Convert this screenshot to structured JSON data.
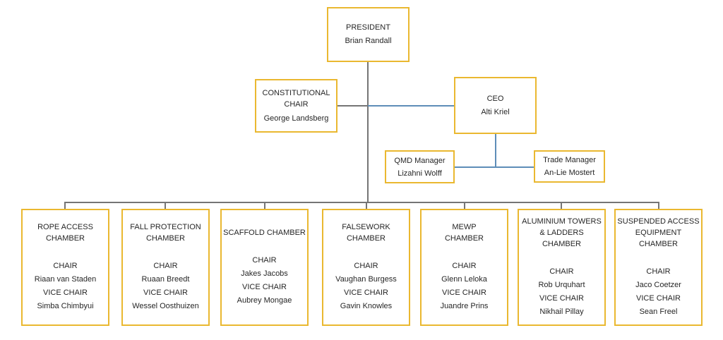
{
  "labels": {
    "chair": "CHAIR",
    "vice_chair": "VICE CHAIR"
  },
  "org": {
    "president": {
      "role": "PRESIDENT",
      "name": "Brian Randall"
    },
    "constitutional_chair": {
      "role_lines": [
        "CONSTITUTIONAL",
        "CHAIR"
      ],
      "name": "George Landsberg"
    },
    "ceo": {
      "role": "CEO",
      "name": "Alti Kriel"
    },
    "qmd_manager": {
      "role": "QMD Manager",
      "name": "Lizahni Wolff"
    },
    "trade_manager": {
      "role": "Trade Manager",
      "name": "An-Lie Mostert"
    },
    "chambers": [
      {
        "title_lines": [
          "ROPE ACCESS",
          "CHAMBER"
        ],
        "chair": "Riaan van Staden",
        "vice_chair": "Simba Chimbyui"
      },
      {
        "title_lines": [
          "FALL PROTECTION",
          "CHAMBER"
        ],
        "chair": "Ruaan Breedt",
        "vice_chair": "Wessel Oosthuizen"
      },
      {
        "title_lines": [
          "SCAFFOLD CHAMBER"
        ],
        "chair": "Jakes Jacobs",
        "vice_chair": "Aubrey Mongae"
      },
      {
        "title_lines": [
          "FALSEWORK",
          "CHAMBER"
        ],
        "chair": "Vaughan Burgess",
        "vice_chair": "Gavin Knowles"
      },
      {
        "title_lines": [
          "MEWP",
          "CHAMBER"
        ],
        "chair": "Glenn Leloka",
        "vice_chair": "Juandre Prins"
      },
      {
        "title_lines": [
          "ALUMINIUM TOWERS",
          "& LADDERS",
          "CHAMBER"
        ],
        "chair": "Rob Urquhart",
        "vice_chair": "Nikhail Pillay"
      },
      {
        "title_lines": [
          "SUSPENDED ACCESS",
          "EQUIPMENT",
          "CHAMBER"
        ],
        "chair": "Jaco Coetzer",
        "vice_chair": "Sean Freel"
      }
    ]
  },
  "colors": {
    "box_border": "#EAB830",
    "line_gray": "#757575",
    "line_blue": "#5E8DB8"
  }
}
